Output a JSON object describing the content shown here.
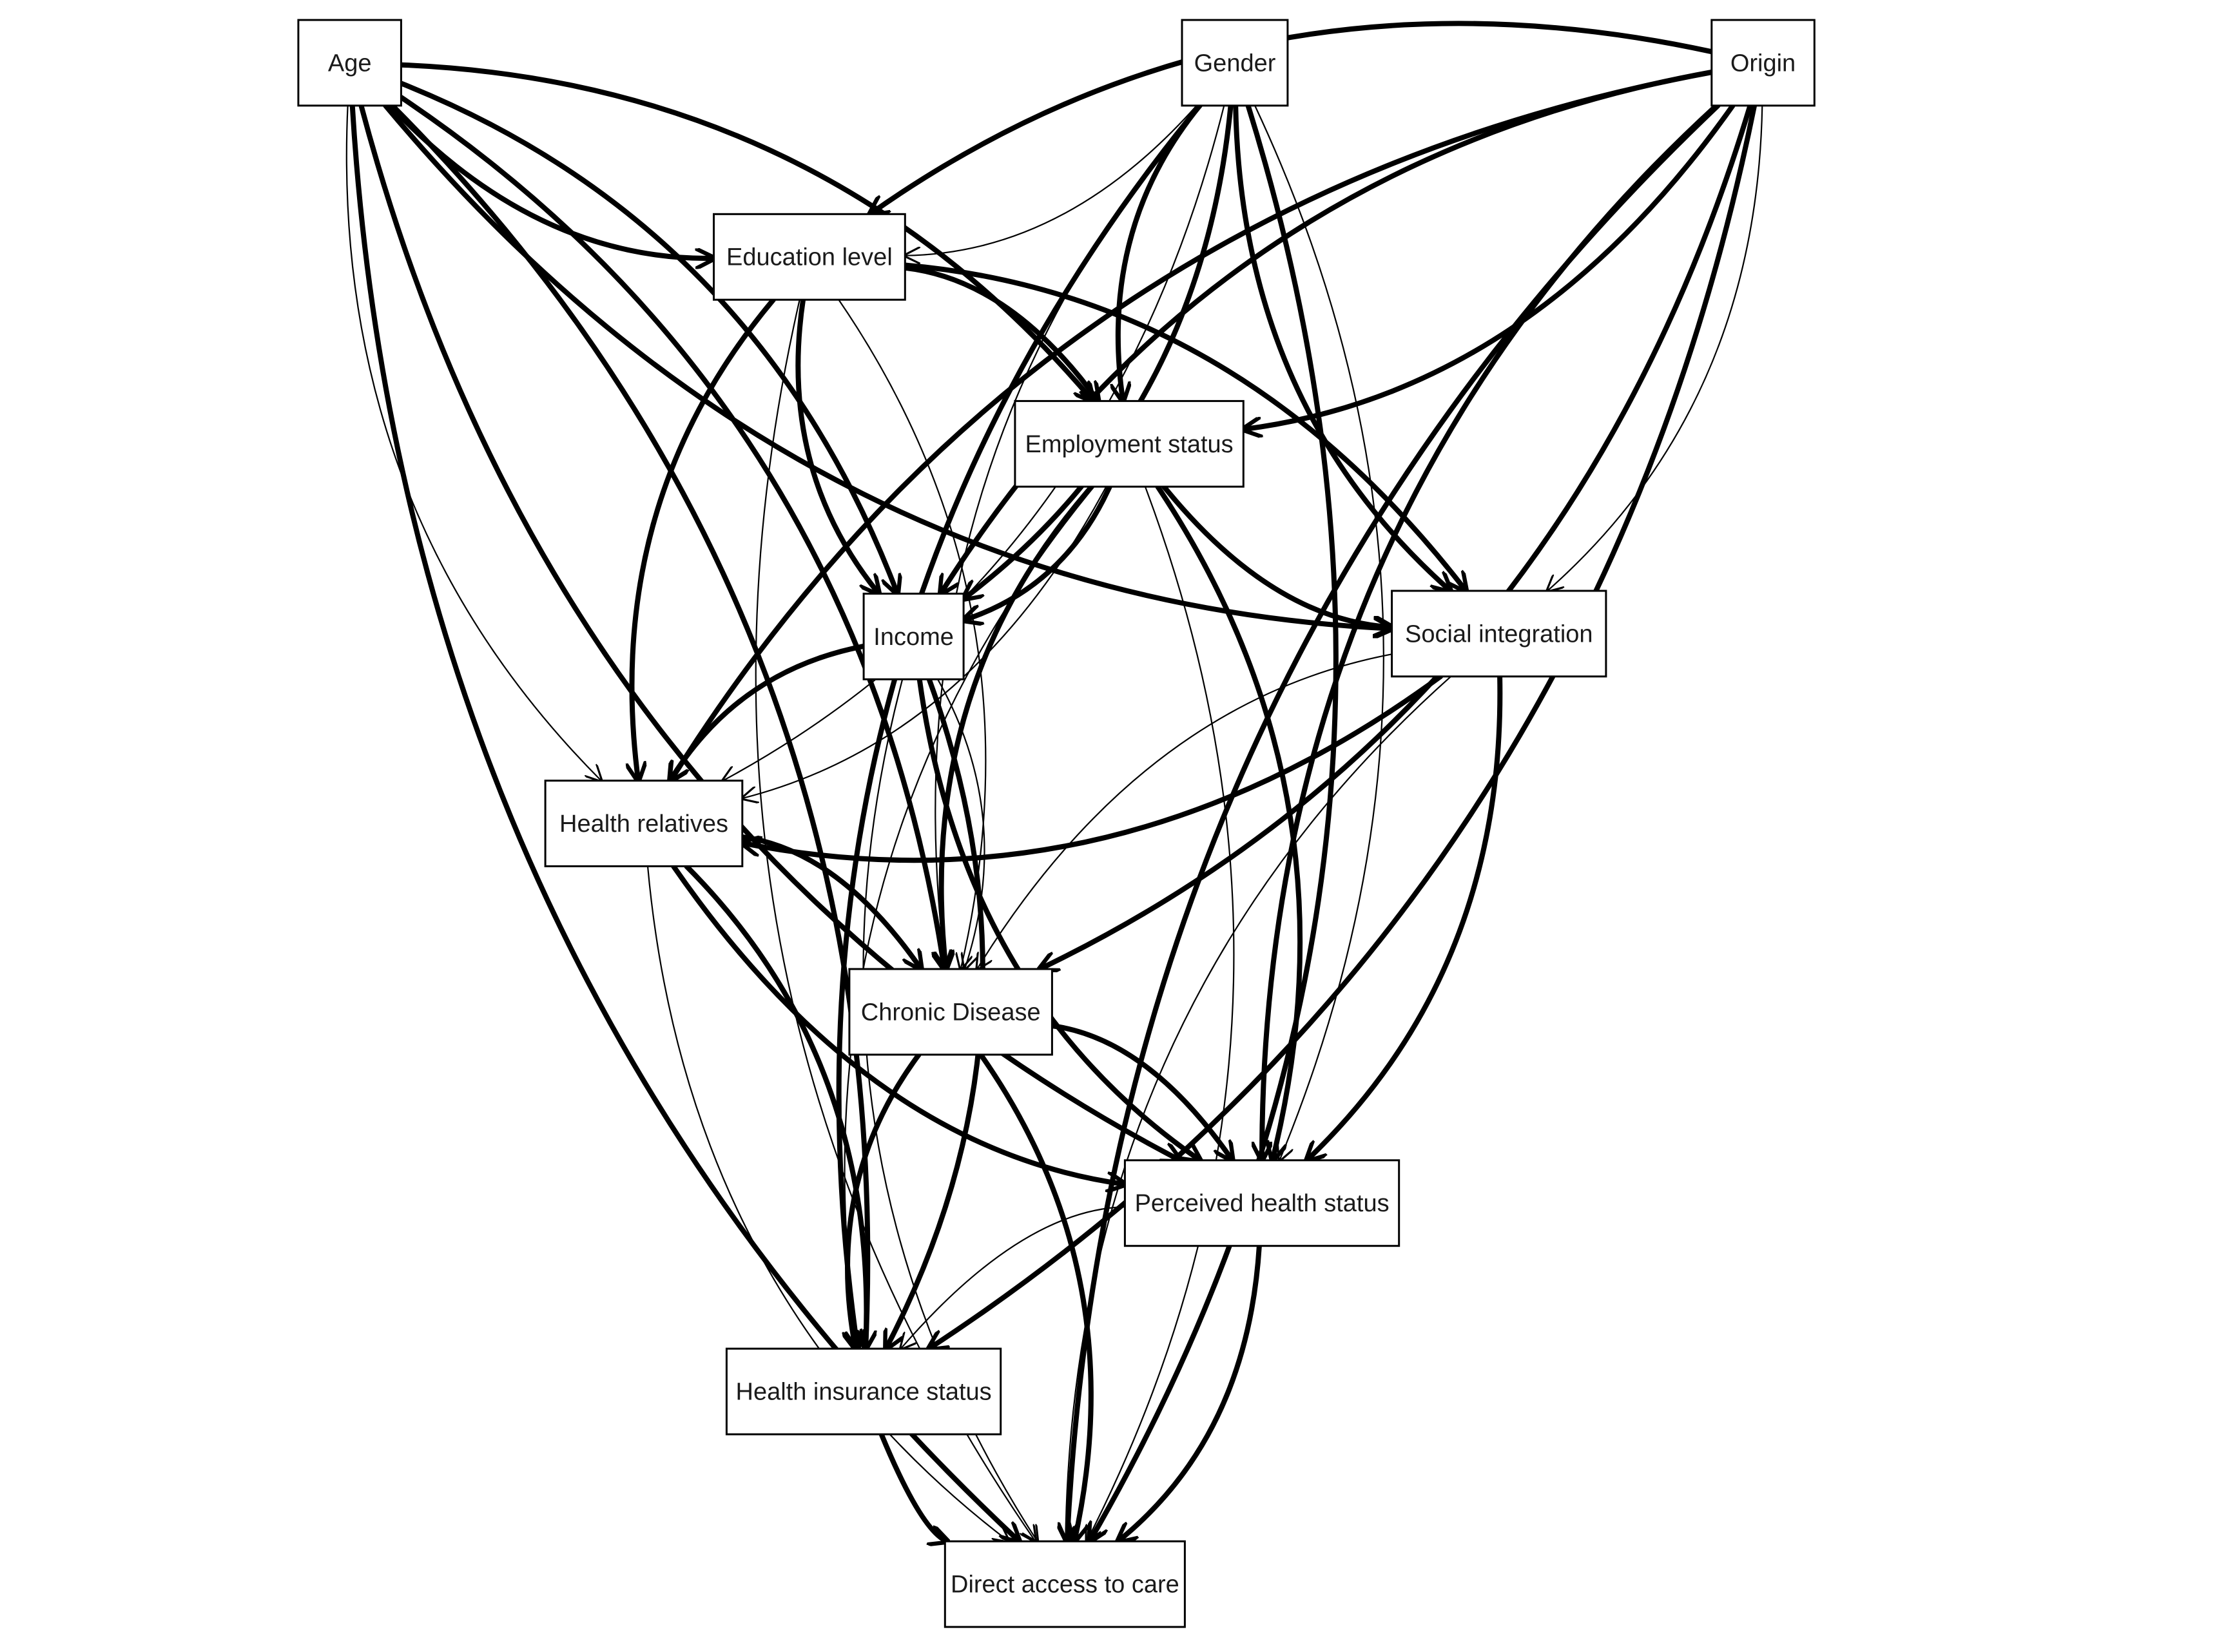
{
  "nodes": [
    {
      "id": "age",
      "label": "Age"
    },
    {
      "id": "gender",
      "label": "Gender"
    },
    {
      "id": "origin",
      "label": "Origin"
    },
    {
      "id": "education",
      "label": "Education level"
    },
    {
      "id": "employment",
      "label": "Employment status"
    },
    {
      "id": "income",
      "label": "Income"
    },
    {
      "id": "social",
      "label": "Social integration"
    },
    {
      "id": "relatives",
      "label": "Health relatives"
    },
    {
      "id": "chronic",
      "label": "Chronic Disease"
    },
    {
      "id": "perceived",
      "label": "Perceived health status"
    },
    {
      "id": "insurance",
      "label": "Health insurance status"
    },
    {
      "id": "access",
      "label": "Direct access to care"
    }
  ],
  "edges": [
    {
      "from": "age",
      "to": "education",
      "strength": "strong"
    },
    {
      "from": "age",
      "to": "employment",
      "strength": "strong"
    },
    {
      "from": "age",
      "to": "social",
      "strength": "strong"
    },
    {
      "from": "age",
      "to": "income",
      "strength": "strong"
    },
    {
      "from": "age",
      "to": "relatives",
      "strength": "weak"
    },
    {
      "from": "age",
      "to": "chronic",
      "strength": "strong"
    },
    {
      "from": "age",
      "to": "perceived",
      "strength": "strong"
    },
    {
      "from": "age",
      "to": "insurance",
      "strength": "strong"
    },
    {
      "from": "age",
      "to": "access",
      "strength": "strong"
    },
    {
      "from": "gender",
      "to": "education",
      "strength": "weak"
    },
    {
      "from": "gender",
      "to": "employment",
      "strength": "strong"
    },
    {
      "from": "gender",
      "to": "income",
      "strength": "strong"
    },
    {
      "from": "gender",
      "to": "social",
      "strength": "strong"
    },
    {
      "from": "gender",
      "to": "relatives",
      "strength": "weak"
    },
    {
      "from": "gender",
      "to": "chronic",
      "strength": "weak"
    },
    {
      "from": "gender",
      "to": "perceived",
      "strength": "weak"
    },
    {
      "from": "gender",
      "to": "insurance",
      "strength": "strong"
    },
    {
      "from": "gender",
      "to": "access",
      "strength": "strong"
    },
    {
      "from": "origin",
      "to": "education",
      "strength": "strong"
    },
    {
      "from": "origin",
      "to": "employment",
      "strength": "strong"
    },
    {
      "from": "origin",
      "to": "income",
      "strength": "strong"
    },
    {
      "from": "origin",
      "to": "social",
      "strength": "weak"
    },
    {
      "from": "origin",
      "to": "relatives",
      "strength": "strong"
    },
    {
      "from": "origin",
      "to": "chronic",
      "strength": "strong"
    },
    {
      "from": "origin",
      "to": "perceived",
      "strength": "strong"
    },
    {
      "from": "origin",
      "to": "insurance",
      "strength": "strong"
    },
    {
      "from": "origin",
      "to": "access",
      "strength": "strong"
    },
    {
      "from": "education",
      "to": "employment",
      "strength": "strong"
    },
    {
      "from": "education",
      "to": "income",
      "strength": "strong"
    },
    {
      "from": "education",
      "to": "social",
      "strength": "strong"
    },
    {
      "from": "education",
      "to": "relatives",
      "strength": "strong"
    },
    {
      "from": "education",
      "to": "chronic",
      "strength": "weak"
    },
    {
      "from": "education",
      "to": "access",
      "strength": "weak"
    },
    {
      "from": "employment",
      "to": "income",
      "strength": "strong"
    },
    {
      "from": "employment",
      "to": "social",
      "strength": "strong"
    },
    {
      "from": "employment",
      "to": "relatives",
      "strength": "weak"
    },
    {
      "from": "employment",
      "to": "chronic",
      "strength": "strong"
    },
    {
      "from": "employment",
      "to": "perceived",
      "strength": "strong"
    },
    {
      "from": "employment",
      "to": "insurance",
      "strength": "weak"
    },
    {
      "from": "employment",
      "to": "access",
      "strength": "weak"
    },
    {
      "from": "income",
      "to": "relatives",
      "strength": "strong"
    },
    {
      "from": "income",
      "to": "chronic",
      "strength": "weak"
    },
    {
      "from": "income",
      "to": "perceived",
      "strength": "strong"
    },
    {
      "from": "income",
      "to": "insurance",
      "strength": "strong"
    },
    {
      "from": "income",
      "to": "access",
      "strength": "weak"
    },
    {
      "from": "social",
      "to": "relatives",
      "strength": "strong"
    },
    {
      "from": "social",
      "to": "chronic",
      "strength": "weak"
    },
    {
      "from": "social",
      "to": "perceived",
      "strength": "strong"
    },
    {
      "from": "social",
      "to": "access",
      "strength": "weak"
    },
    {
      "from": "relatives",
      "to": "chronic",
      "strength": "strong"
    },
    {
      "from": "relatives",
      "to": "perceived",
      "strength": "strong"
    },
    {
      "from": "relatives",
      "to": "insurance",
      "strength": "strong"
    },
    {
      "from": "relatives",
      "to": "access",
      "strength": "weak"
    },
    {
      "from": "chronic",
      "to": "perceived",
      "strength": "strong"
    },
    {
      "from": "chronic",
      "to": "insurance",
      "strength": "strong"
    },
    {
      "from": "chronic",
      "to": "access",
      "strength": "strong"
    },
    {
      "from": "perceived",
      "to": "insurance",
      "strength": "weak"
    },
    {
      "from": "perceived",
      "to": "access",
      "strength": "strong"
    },
    {
      "from": "insurance",
      "to": "access",
      "strength": "strong"
    }
  ]
}
